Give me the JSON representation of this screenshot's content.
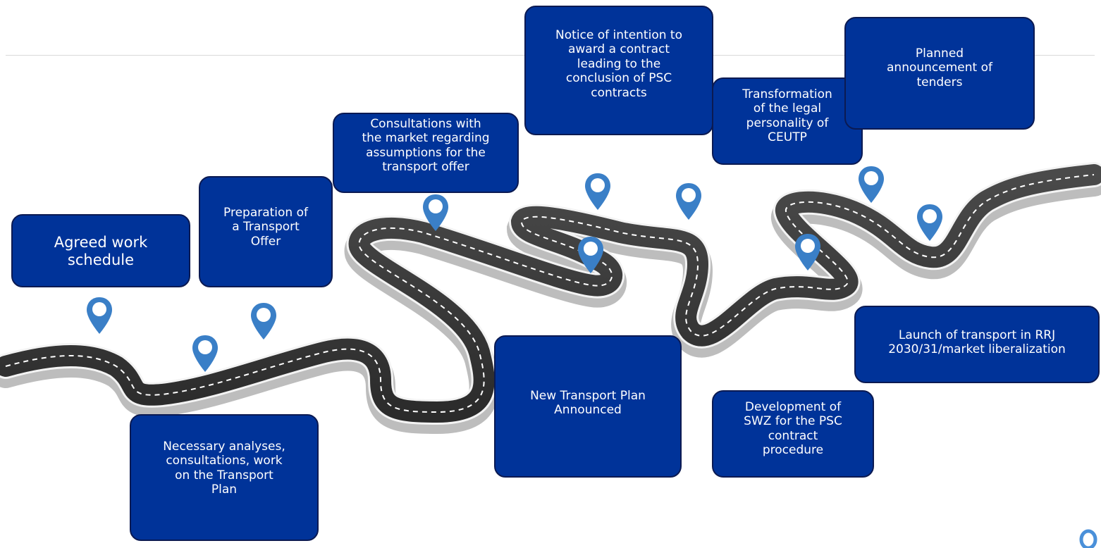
{
  "colors": {
    "box_fill": "#003399",
    "box_text": "#ffffff",
    "pin": "#3a7fc7",
    "road": "#3a3a3a",
    "road_side": "#b7b7b7"
  },
  "milestones": [
    {
      "id": "m1",
      "text": "Agreed work\nschedule",
      "icon": "location-pin-icon"
    },
    {
      "id": "m2",
      "text": "Necessary analyses,\nconsultations, work\non the Transport\nPlan",
      "icon": "location-pin-icon"
    },
    {
      "id": "m3",
      "text": "Preparation of\na Transport\nOffer",
      "icon": "location-pin-icon"
    },
    {
      "id": "m4",
      "text": "Consultations with\nthe market regarding\nassumptions for the\ntransport offer",
      "icon": "location-pin-icon"
    },
    {
      "id": "m5",
      "text": "New Transport Plan\nAnnounced",
      "icon": "location-pin-icon"
    },
    {
      "id": "m6",
      "text": "Notice of intention to\naward a contract\nleading to the\nconclusion of PSC\ncontracts",
      "icon": "location-pin-icon"
    },
    {
      "id": "m7",
      "text": "Transformation\nof the legal\npersonality of\nCEUTP",
      "icon": "location-pin-icon"
    },
    {
      "id": "m8",
      "text": "Development of\nSWZ for the PSC\ncontract\nprocedure",
      "icon": "location-pin-icon"
    },
    {
      "id": "m9",
      "text": "Planned\nannouncement of\ntenders",
      "icon": "location-pin-icon"
    },
    {
      "id": "m10",
      "text": "Launch of transport in RRJ\n2030/31/market liberalization",
      "icon": "location-pin-icon"
    }
  ]
}
